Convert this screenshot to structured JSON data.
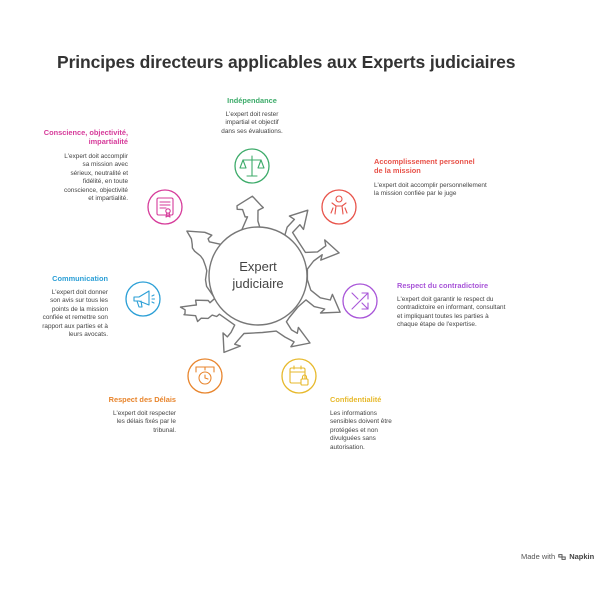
{
  "title": "Principes directeurs applicables aux Experts judiciaires",
  "center": {
    "line1": "Expert",
    "line2": "judiciaire"
  },
  "colors": {
    "green": "#3dab6a",
    "red": "#e8534a",
    "purple": "#a855d8",
    "yellow": "#e7b92c",
    "orange": "#e8852d",
    "blue": "#2b9fd6",
    "magenta": "#d63b9a",
    "hub": "#777777"
  },
  "principles": {
    "independance": {
      "label": "Indépendance",
      "desc": [
        "L'expert doit rester",
        "impartial et objectif",
        "dans ses évaluations."
      ],
      "icon": "balance-scale-icon"
    },
    "accomplissement": {
      "label": [
        "Accomplissement personnel",
        "de la mission"
      ],
      "desc": [
        "L'expert doit accomplir personnellement",
        "la mission confiée par le juge"
      ],
      "icon": "person-icon"
    },
    "contradictoire": {
      "label": "Respect du contradictoire",
      "desc": [
        "L'expert doit garantir le respect du",
        "contradictoire en informant, consultant",
        "et impliquant toutes les parties à",
        "chaque étape de l'expertise."
      ],
      "icon": "crossed-arrows-icon"
    },
    "confidentialite": {
      "label": "Confidentialité",
      "desc": [
        "Les informations",
        "sensibles doivent être",
        "protégées et non",
        "divulguées sans",
        "autorisation."
      ],
      "icon": "calendar-lock-icon"
    },
    "delais": {
      "label": "Respect des Délais",
      "desc": [
        "L'expert doit respecter",
        "les délais fixés par le",
        "tribunal."
      ],
      "icon": "timer-icon"
    },
    "communication": {
      "label": "Communication",
      "desc": [
        "L'expert doit donner",
        "son avis sur tous les",
        "points de la mission",
        "confiée et remettre son",
        "rapport aux parties et à",
        "leurs avocats."
      ],
      "icon": "megaphone-icon"
    },
    "conscience": {
      "label": [
        "Conscience, objectivité,",
        "impartialité"
      ],
      "desc": [
        "L'expert doit accomplir",
        "sa mission avec",
        "sérieux, neutralité et",
        "fidélité, en toute",
        "conscience, objectivité",
        "et impartialité."
      ],
      "icon": "certificate-icon"
    }
  },
  "footer": {
    "made_with": "Made with",
    "brand": "Napkin"
  }
}
